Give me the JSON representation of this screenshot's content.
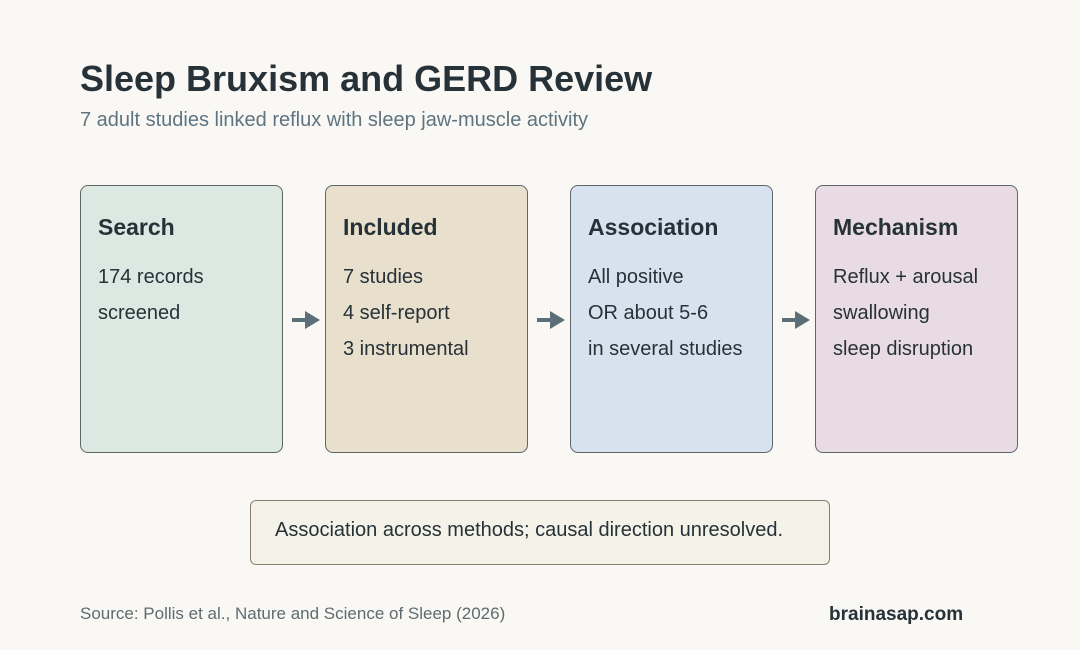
{
  "header": {
    "title": "Sleep Bruxism and GERD Review",
    "subtitle": "7 adult studies linked reflux with sleep jaw-muscle activity"
  },
  "flow": {
    "boxes": [
      {
        "title": "Search",
        "lines": [
          "174 records",
          "screened"
        ],
        "fill": "#dbe9e2"
      },
      {
        "title": "Included",
        "lines": [
          "7 studies",
          "4 self-report",
          "3 instrumental"
        ],
        "fill": "#e8dfcc"
      },
      {
        "title": "Association",
        "lines": [
          "All positive",
          "OR about 5-6",
          "in several studies"
        ],
        "fill": "#d8e2ef"
      },
      {
        "title": "Mechanism",
        "lines": [
          "Reflux + arousal",
          "swallowing",
          "sleep disruption"
        ],
        "fill": "#e9dbe4"
      }
    ],
    "arrow_color": "#5c6f79"
  },
  "note": {
    "text": "Association across methods; causal direction unresolved."
  },
  "footer": {
    "source": "Source: Pollis et al., Nature and Science of Sleep (2026)",
    "brand": "brainasap.com"
  }
}
